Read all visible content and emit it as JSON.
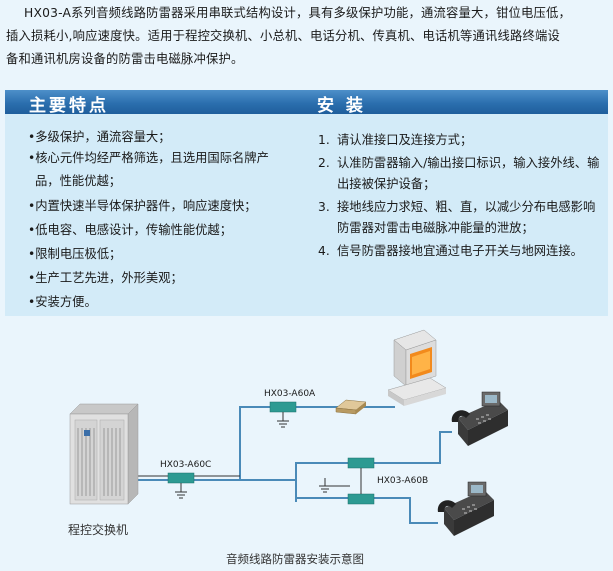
{
  "intro": {
    "line1": "HX03-A系列音频线路防雷器采用串联式结构设计，具有多级保护功能，通流容量大，钳位电压低，",
    "line2": "插入损耗小,响应速度快。适用于程控交换机、小总机、电话分机、传真机、电话机等通讯线路终端设",
    "line3": "备和通讯机房设备的防雷击电磁脉冲保护。"
  },
  "sections": {
    "features_title": "主要特点",
    "install_title": "安 装"
  },
  "features": [
    "•多级保护，通流容量大；",
    "•核心元件均经严格筛选，且选用国际名牌产",
    "品，性能优越；",
    "•内置快速半导体保护器件，响应速度快；",
    "•低电容、电感设计，传输性能优越；",
    "•限制电压极低；",
    "•生产工艺先进，外形美观；",
    "•安装方便。"
  ],
  "install": [
    {
      "num": "1.",
      "text": "请认准接口及连接方式；"
    },
    {
      "num": "2.",
      "text": "认准防雷器输入/输出接口标识，输入接外线、输出接被保护设备；"
    },
    {
      "num": "3.",
      "text": "接地线应力求短、粗、直，以减少分布电感影响防雷器对雷击电磁脉冲能量的泄放；"
    },
    {
      "num": "4.",
      "text": "信号防雷器接地宜通过电子开关与地网连接。"
    }
  ],
  "diagram": {
    "label_a60a": "HX03-A60A",
    "label_a60c": "HX03-A60C",
    "label_a60b": "HX03-A60B",
    "pbx_caption": "程控交换机",
    "caption": "音频线路防雷器安装示意图",
    "line_color": "#4a8ab8",
    "protector_color": "#2d9a92"
  }
}
